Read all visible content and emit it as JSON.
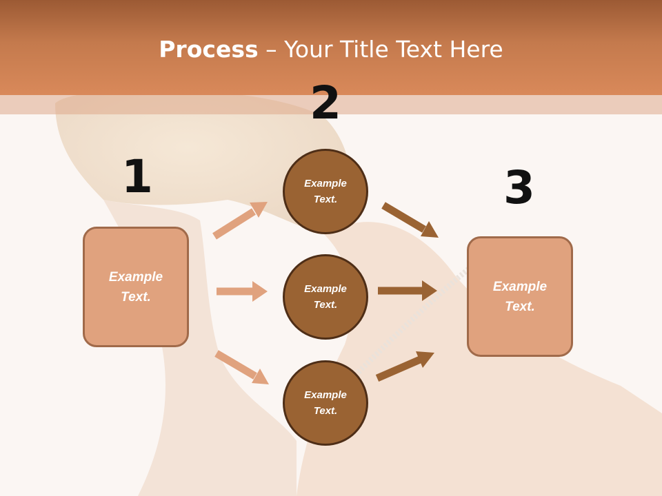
{
  "title": {
    "bold": "Process",
    "rest": " – Your Title Text Here"
  },
  "steps": [
    {
      "number": "1",
      "label": "Example Text."
    },
    {
      "number": "2",
      "circles": [
        "Example Text.",
        "Example Text.",
        "Example Text."
      ]
    },
    {
      "number": "3",
      "label": "Example Text."
    }
  ],
  "colors": {
    "header": "#c47a4d",
    "box_fill": "#e0a27e",
    "circle_fill": "#9a6333",
    "arrow_light": "#e0a27e",
    "arrow_dark": "#9a6333"
  },
  "background": {
    "image": "woman-profile-with-pearl-necklace"
  }
}
